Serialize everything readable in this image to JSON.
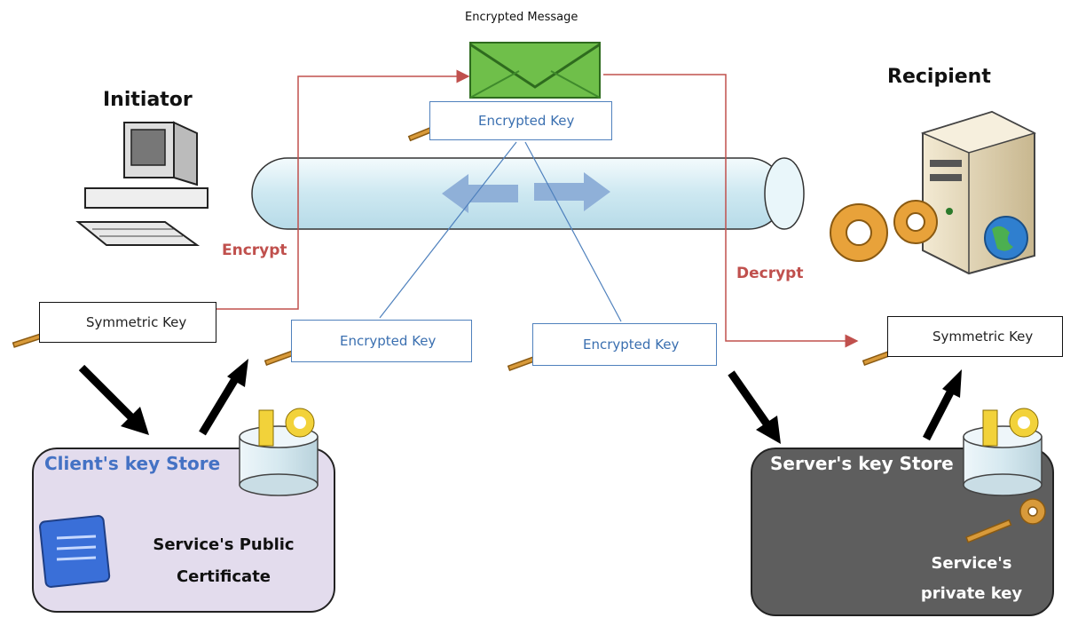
{
  "labels": {
    "encrypted_message": "Encrypted Message",
    "initiator": "Initiator",
    "recipient": "Recipient",
    "encrypt": "Encrypt",
    "decrypt": "Decrypt"
  },
  "keys": {
    "top_encrypted_key": "Encrypted Key",
    "left_symmetric_key": "Symmetric Key",
    "mid_left_encrypted_key": "Encrypted Key",
    "mid_right_encrypted_key": "Encrypted Key",
    "right_symmetric_key": "Symmetric Key"
  },
  "client_store": {
    "title": "Client's key Store",
    "cert_line1": "Service's Public",
    "cert_line2": "Certificate",
    "bg": "#e3dced"
  },
  "server_store": {
    "title": "Server's key Store",
    "key_line1": "Service's",
    "key_line2": "private key",
    "bg": "#5e5e5e"
  },
  "colors": {
    "red_line": "#c0504d",
    "blue_line": "#4f81bd",
    "key_gold": "#d89a3a",
    "pipe": "#d7eef5",
    "arrow_blue": "#8fb0d8"
  }
}
